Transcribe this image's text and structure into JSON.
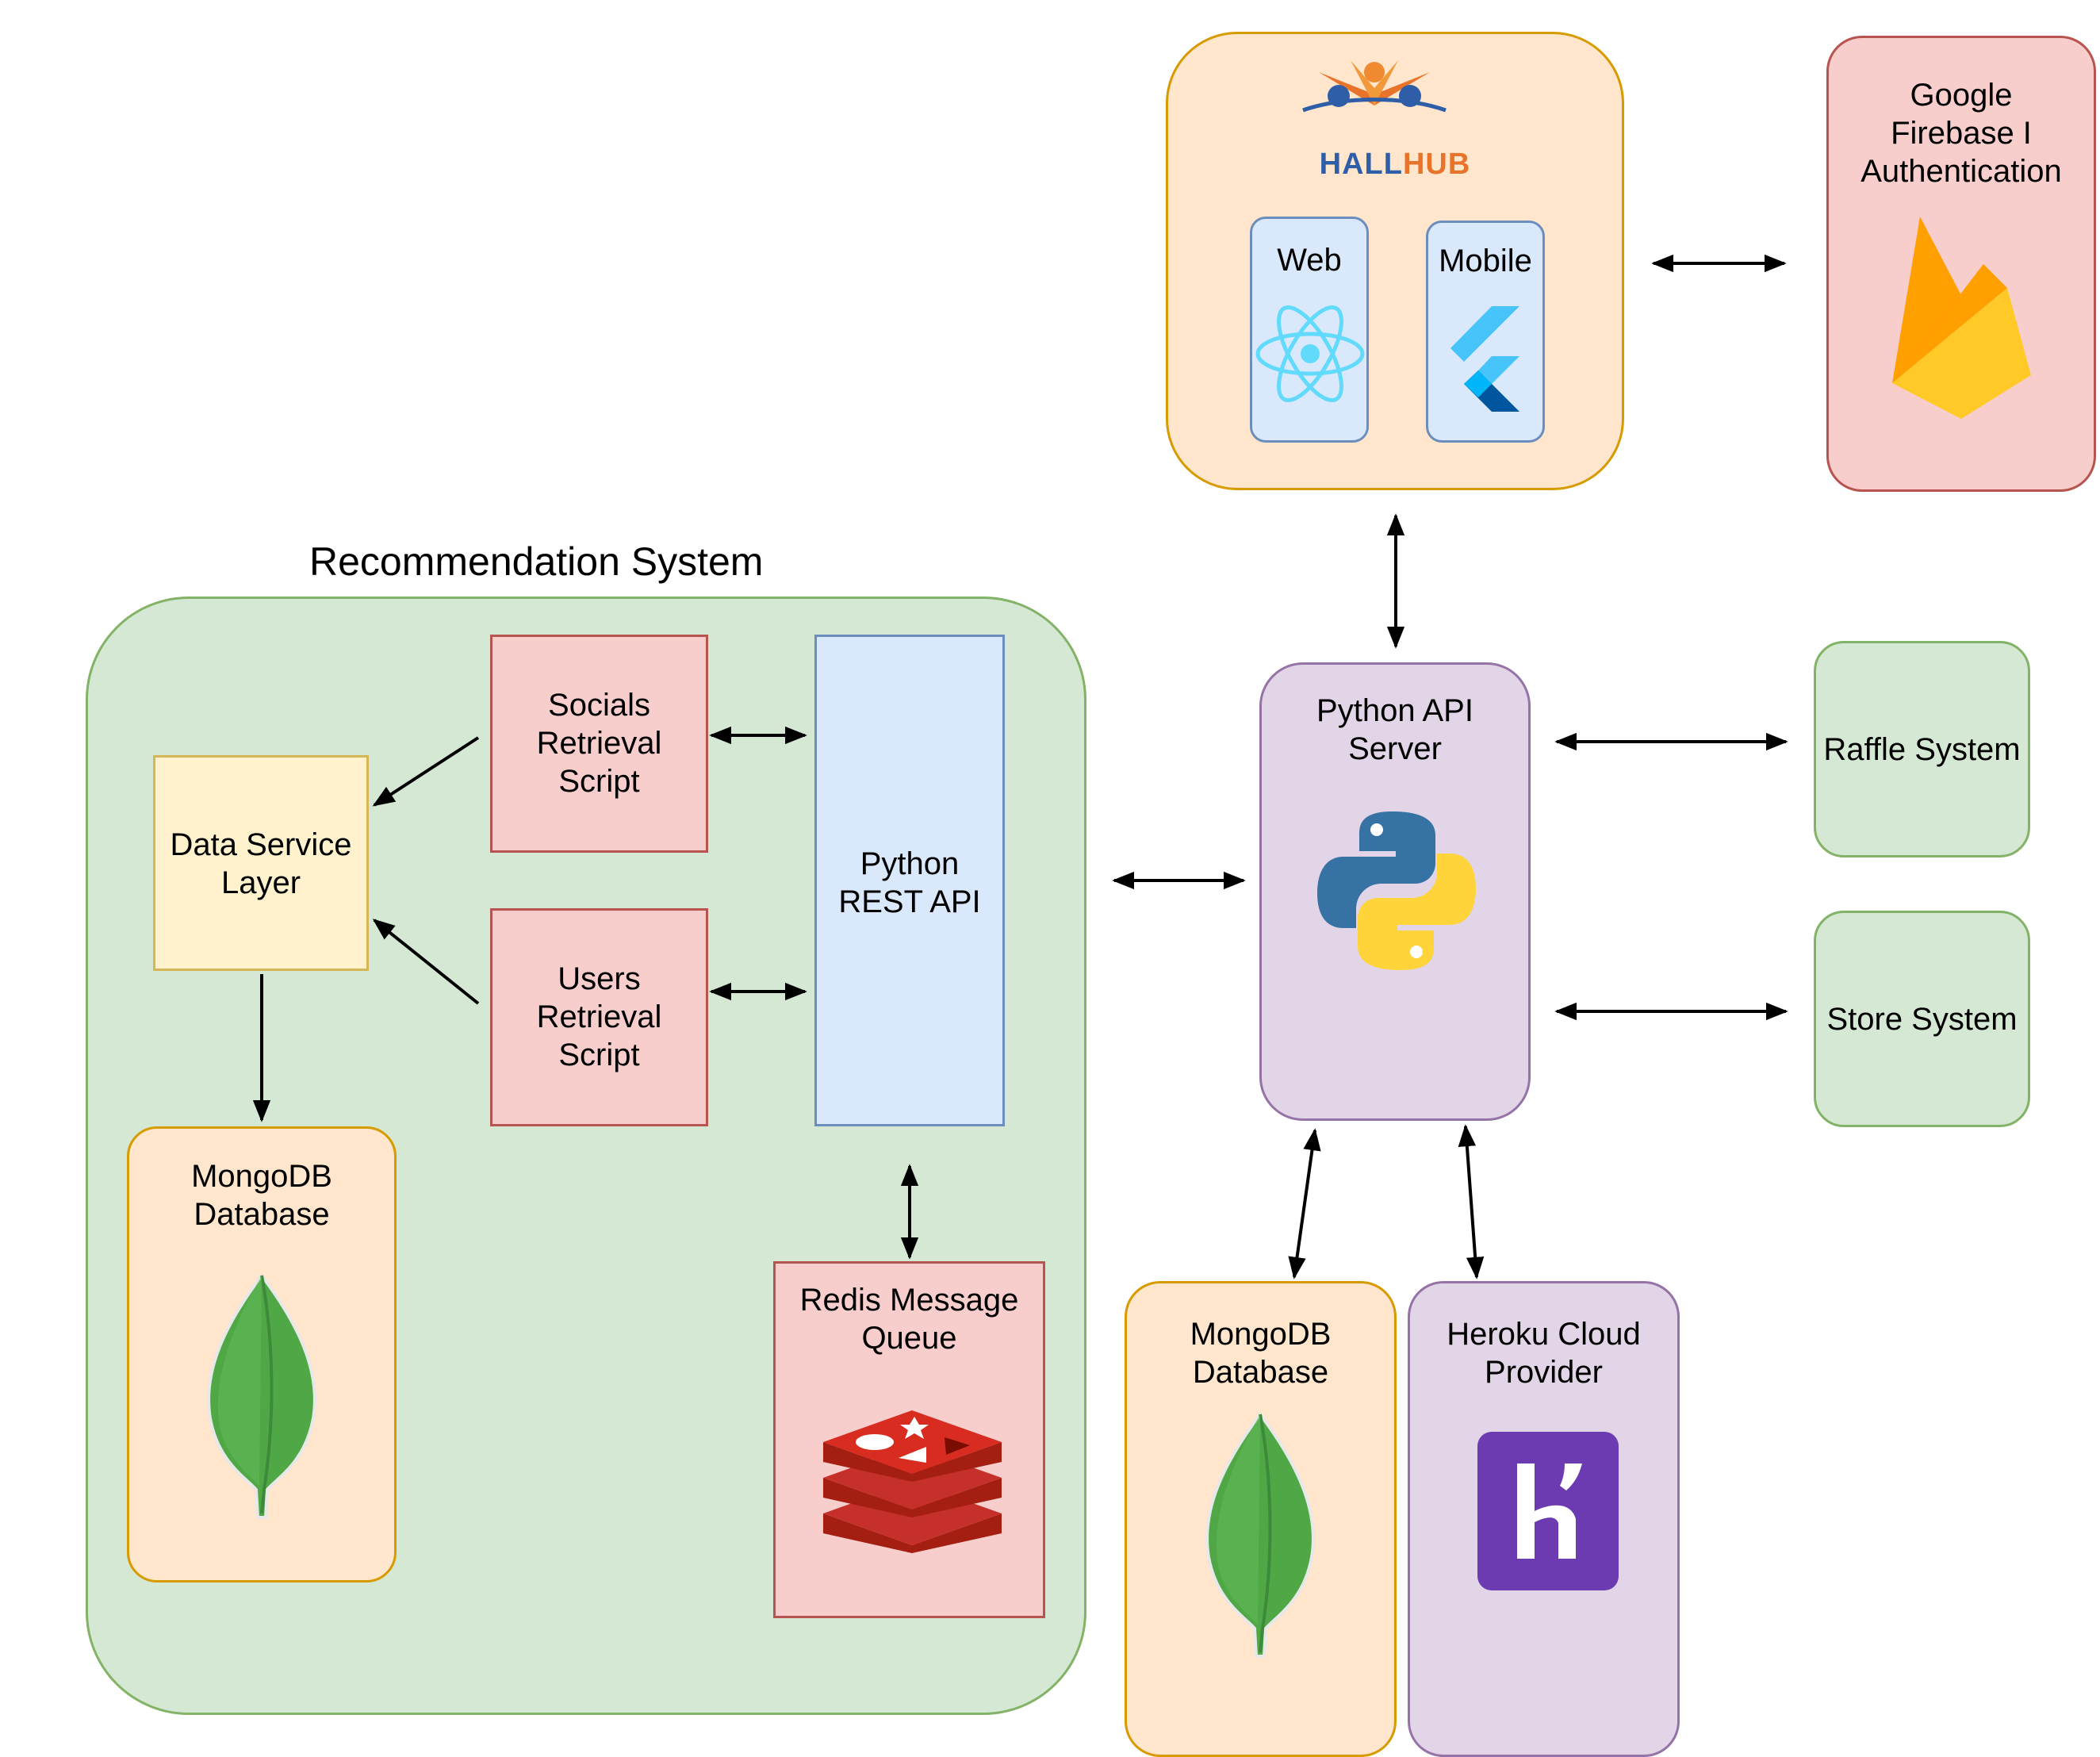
{
  "recommendation_system": {
    "title": "Recommendation System",
    "socials_script": [
      "Socials",
      "Retrieval",
      "Script"
    ],
    "users_script": [
      "Users",
      "Retrieval",
      "Script"
    ],
    "python_rest_api": [
      "Python",
      "REST API"
    ],
    "data_service_layer": [
      "Data Service",
      "Layer"
    ],
    "mongodb": [
      "MongoDB",
      "Database"
    ],
    "redis": [
      "Redis Message",
      "Queue"
    ]
  },
  "hallhub": {
    "logo_hall": "HALL",
    "logo_hub": "HUB",
    "web_label": "Web",
    "mobile_label": "Mobile"
  },
  "firebase": {
    "label": [
      "Google",
      "Firebase I",
      "Authentication"
    ]
  },
  "python_api_server": {
    "label": [
      "Python API",
      "Server"
    ]
  },
  "raffle_system": {
    "label": "Raffle System"
  },
  "store_system": {
    "label": "Store System"
  },
  "mongodb_main": {
    "label": [
      "MongoDB",
      "Database"
    ]
  },
  "heroku": {
    "label": [
      "Heroku Cloud",
      "Provider"
    ]
  },
  "colors": {
    "green_fill": "#d5e8d4",
    "orange_fill": "#ffe6cc",
    "red_fill": "#f8cecc",
    "blue_fill": "#dae8fc",
    "purple_fill": "#e1d5e7",
    "yellow_fill": "#fff2cc"
  },
  "icons": [
    "hallhub-logo",
    "react-icon",
    "flutter-icon",
    "firebase-icon",
    "python-icon",
    "mongodb-leaf-icon",
    "redis-icon",
    "heroku-icon"
  ]
}
